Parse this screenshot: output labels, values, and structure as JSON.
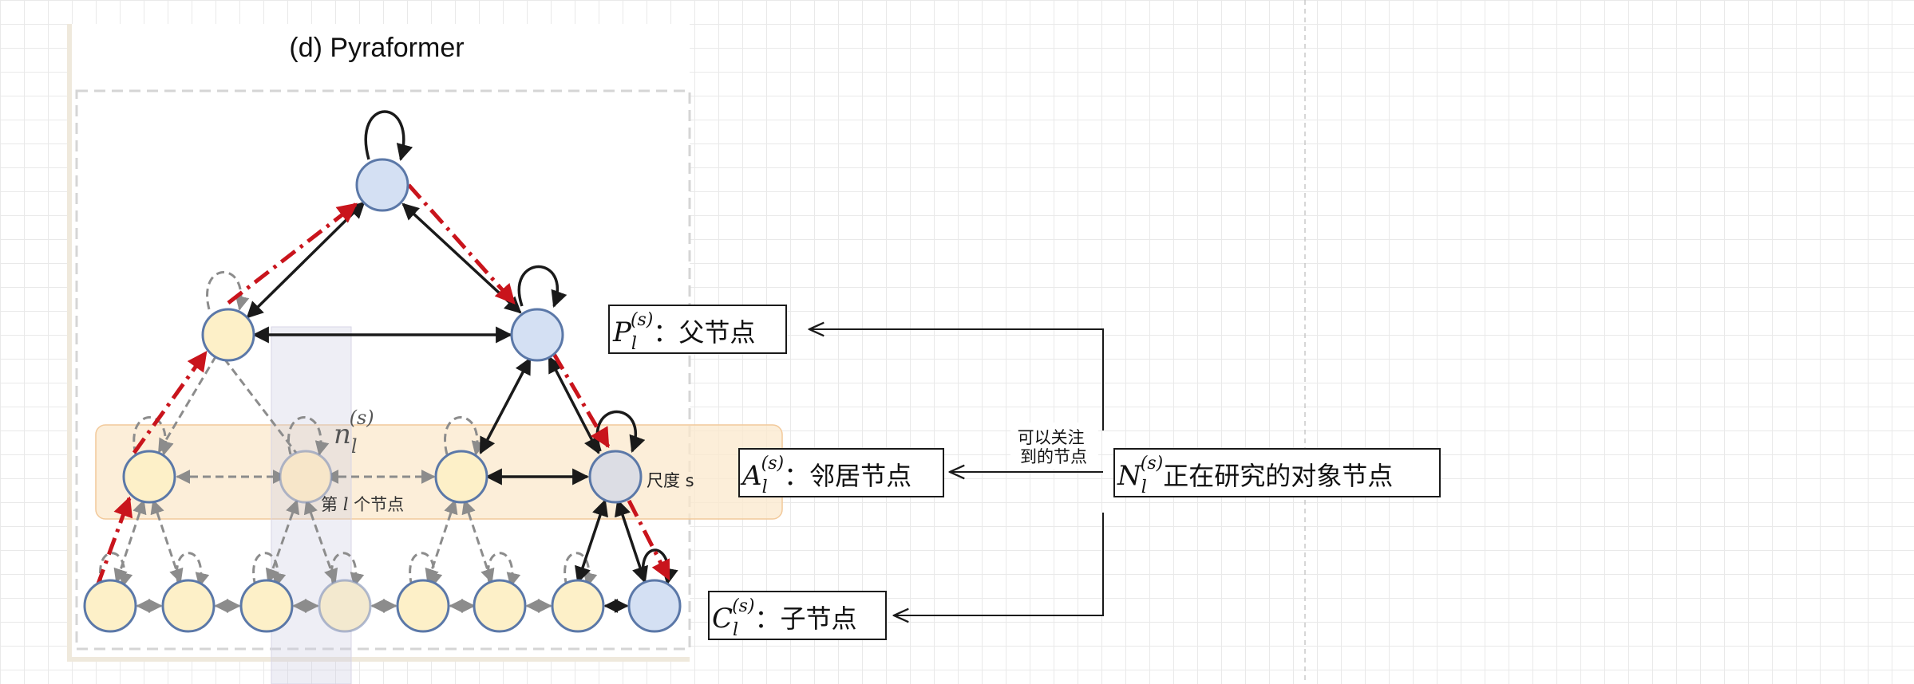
{
  "figure": {
    "title": "(d) Pyraformer",
    "node_label": {
      "main": "n",
      "sub": "l",
      "sup": "(s)"
    },
    "node_index_label": {
      "prefix": "第 ",
      "var": "l",
      "suffix": " 个节点"
    },
    "scale_label": "尺度 s",
    "edge_annotation": [
      "可以关注",
      "到的节点"
    ]
  },
  "legend": {
    "parent": {
      "symbol": "P",
      "sub": "l",
      "sup": "(s)",
      "text": "：父节点"
    },
    "neighbor": {
      "symbol": "A",
      "sub": "l",
      "sup": "(s)",
      "text": "：邻居节点"
    },
    "child": {
      "symbol": "C",
      "sub": "l",
      "sup": "(s)",
      "text": "：子节点"
    },
    "node": {
      "symbol": "N",
      "sub": "l",
      "sup": "(s)",
      "text": "正在研究的对象节点"
    }
  },
  "colors": {
    "yellow_node": "#fdf0c8",
    "blue_node": "#d4e0f3",
    "gray_node": "#dcdde4",
    "node_stroke": "#5b78a8",
    "highlight_band": "#fbe8cc",
    "red_path": "#c9141c",
    "dark_edge": "#1a1a1a",
    "gray_edge": "#8c8c8c",
    "column_highlight": "#cfcde3"
  }
}
